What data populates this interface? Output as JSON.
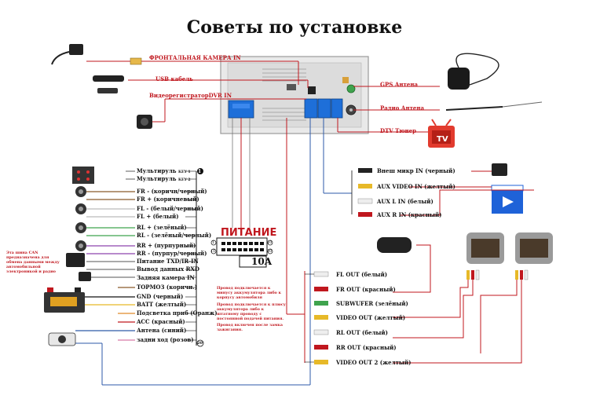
{
  "title": "Советы по установке",
  "head_unit_labels": {
    "front_camera": "ФРОНТАЛЬНАЯ КАМЕРА IN",
    "usb": "USB кабель",
    "dvr": "ВидеорегистраторDVR IN",
    "gps": "GPS Антена",
    "radio": "Радио Антена",
    "dtv": "DTV Тюнер"
  },
  "tv_icon_text": "TV",
  "left_wires": [
    {
      "label": "Мультируль",
      "suffix": "KEY 1",
      "badge": "1"
    },
    {
      "label": "Мультируль",
      "suffix": "KEY 2",
      "badge": ""
    },
    {
      "label": "FR - (коричн/черный)",
      "suffix": "",
      "badge": ""
    },
    {
      "label": "FR + (коричневый)",
      "suffix": "",
      "badge": ""
    },
    {
      "label": "FL - (белый/черный)",
      "suffix": "",
      "badge": ""
    },
    {
      "label": "FL + (белый)",
      "suffix": "",
      "badge": ""
    },
    {
      "label": "RL + (зелёный)",
      "suffix": "",
      "badge": ""
    },
    {
      "label": "RL - (зелёный/черный)",
      "suffix": "",
      "badge": ""
    },
    {
      "label": "RR + (пурпурный)",
      "suffix": "",
      "badge": ""
    },
    {
      "label": "RR - (пурпур/черный)",
      "suffix": "",
      "badge": ""
    },
    {
      "label": "Питание TXD/IR-IN",
      "suffix": "",
      "badge": ""
    },
    {
      "label": "Вывод данных RXD",
      "suffix": "",
      "badge": ""
    },
    {
      "label": "Задняя камера IN",
      "suffix": "",
      "badge": ""
    },
    {
      "label": "ТОРМОЗ (коричн.)",
      "suffix": "",
      "badge": ""
    },
    {
      "label": "GND (черный)",
      "suffix": "",
      "badge": ""
    },
    {
      "label": "BATT (желтый)",
      "suffix": "",
      "badge": ""
    },
    {
      "label": "Подсветка приб (Оранж)",
      "suffix": "",
      "badge": ""
    },
    {
      "label": "ACC (красный)",
      "suffix": "",
      "badge": ""
    },
    {
      "label": "Антена (синий)",
      "suffix": "",
      "badge": ""
    },
    {
      "label": "задни ход (розов)",
      "suffix": "",
      "badge": "20"
    }
  ],
  "can_note": "Эта шина CAN предназначена для обмена данными между автомобильной электроникой и радио",
  "power": {
    "label": "ПИТАНИЕ",
    "fuse": "10A",
    "pins_left_top": "1",
    "pins_left_bottom": "11",
    "pins_right_top": "10",
    "pins_right_bottom": "20"
  },
  "notes": [
    "Провод подключается к минусу аккумулятора либо к корпусу автомобиля",
    "Провод подключается к плюсу аккумулятора либо к штатному проводу с постоянной подачей питания.",
    "Провод включен после замка зажигания."
  ],
  "av_in": [
    {
      "label": "Внеш микр IN (черный)"
    },
    {
      "label": "AUX VIDEO IN (желтый)"
    },
    {
      "label": "AUX L IN (белый)"
    },
    {
      "label": "AUX R IN (красный)"
    }
  ],
  "av_out": [
    {
      "label": "FL OUT (белый)"
    },
    {
      "label": "FR OUT (красный)"
    },
    {
      "label": "SUBWUFER (зелёный)"
    },
    {
      "label": "VIDEO OUT (желтый)"
    },
    {
      "label": "RL OUT (белый)"
    },
    {
      "label": "RR OUT (красный)"
    },
    {
      "label": "VIDEO OUT 2 (желтый)"
    }
  ],
  "colors": {
    "red": "#c0171e",
    "blue": "#2e5aa8",
    "connector_blue": "#1e6fd9",
    "gray_wire": "#999999"
  }
}
